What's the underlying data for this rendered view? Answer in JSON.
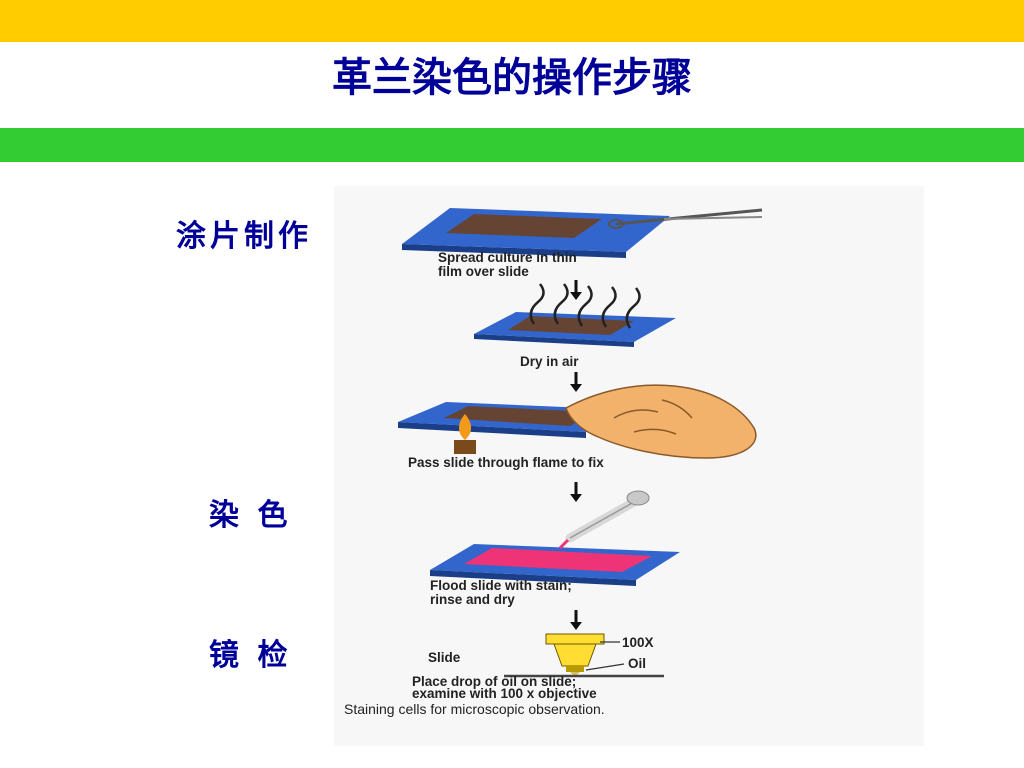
{
  "colors": {
    "top_bar": "#FFCC00",
    "mid_bar": "#33CC33",
    "text": "#000099",
    "slide": "#3366CC",
    "smear": "#664433",
    "hand": "#F2B26B",
    "stain": "#EE3377",
    "objective": "#FFDD33"
  },
  "slide": {
    "title": "革兰染色的操作步骤",
    "labels": {
      "smear": "涂片制作",
      "stain": "染 色",
      "microscopy": "镜 检"
    }
  },
  "diagram": {
    "steps": {
      "spread": {
        "line1": "Spread culture in thin",
        "line2": "film over slide"
      },
      "dry": {
        "line1": "Dry in air"
      },
      "fix": {
        "line1": "Pass slide through flame to fix"
      },
      "flood": {
        "line1": "Flood slide with stain;",
        "line2": "rinse and dry"
      },
      "oil": {
        "line1": "Place drop of oil on slide;",
        "line2": "examine with 100 x objective"
      }
    },
    "callouts": {
      "objective": "100X",
      "oil": "Oil",
      "slide": "Slide"
    },
    "caption": "Staining cells for microscopic observation."
  }
}
